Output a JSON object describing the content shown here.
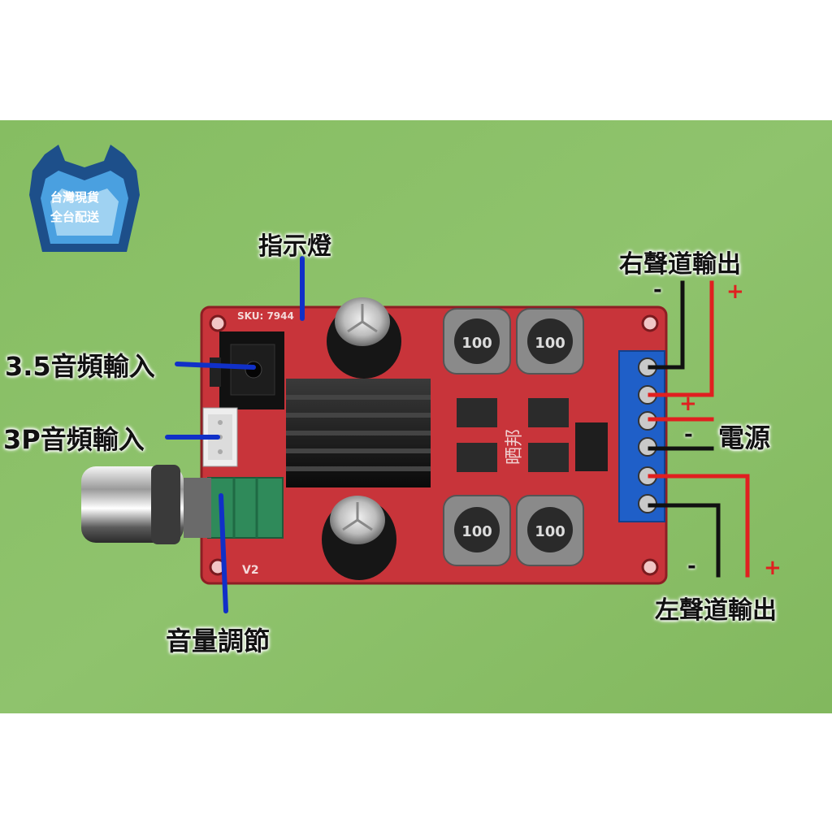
{
  "badge": {
    "line1": "台灣現貨",
    "line2": "全台配送"
  },
  "labels": {
    "indicator": "指示燈",
    "audio_35": "3.5音頻輸入",
    "audio_3p": "3P音頻輸入",
    "volume": "音量調節",
    "right_out": "右聲道輸出",
    "power": "電源",
    "left_out": "左聲道輸出"
  },
  "signs": {
    "minus": "-",
    "plus": "+"
  },
  "board": {
    "sku": "SKU: 7944",
    "version": "V2",
    "inductor_top_left": "100",
    "inductor_top_right": "100",
    "inductor_bottom_left": "100",
    "inductor_bottom_right": "100",
    "brand": "晒邦"
  },
  "colors": {
    "background": "#8cbf6a",
    "pcb": "#c8343a",
    "terminal": "#1f5fc8",
    "wire_red": "#e02020",
    "wire_black": "#111111",
    "pointer_blue": "#1030c8"
  }
}
